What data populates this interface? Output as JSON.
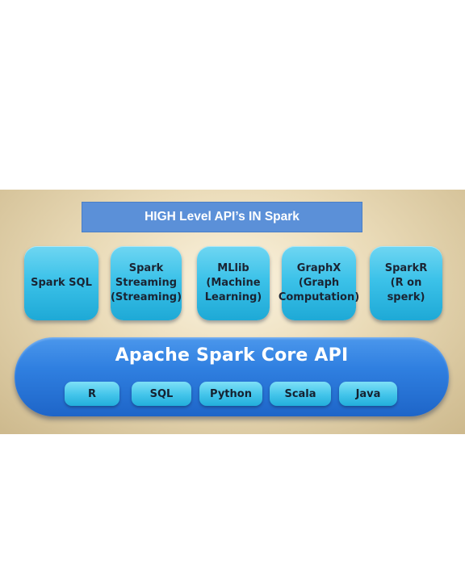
{
  "header": {
    "title": "HIGH Level API’s IN Spark"
  },
  "modules": [
    {
      "label": "Spark SQL"
    },
    {
      "label": "Spark\nStreaming\n(Streaming)"
    },
    {
      "label": "MLlib\n(Machine\nLearning)"
    },
    {
      "label": "GraphX\n(Graph\nComputation)"
    },
    {
      "label": "SparkR\n(R on sperk)"
    }
  ],
  "core": {
    "title": "Apache Spark Core API",
    "languages": [
      {
        "label": "R"
      },
      {
        "label": "SQL"
      },
      {
        "label": "Python"
      },
      {
        "label": "Scala"
      },
      {
        "label": "Java"
      }
    ]
  },
  "colors": {
    "banner": "#5b90d8",
    "module": "#3cc2e9",
    "core": "#2f7fe0",
    "background": "#eadbb8"
  }
}
